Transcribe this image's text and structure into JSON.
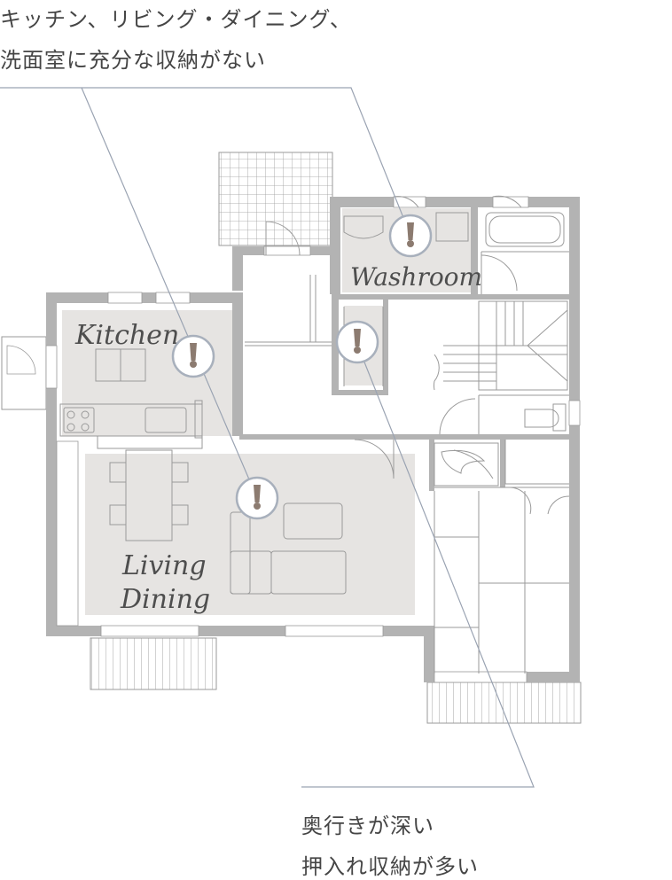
{
  "captions": {
    "top": [
      "キッチン、リビング・ダイニング、",
      "洗面室に充分な収納がない"
    ],
    "bottom": [
      "奥行きが深い",
      "押入れ収納が多い"
    ]
  },
  "rooms": {
    "washroom": "Washroom",
    "kitchen": "Kitchen",
    "living": "Living",
    "dining": "Dining"
  },
  "markers": {
    "glyph": "!",
    "icon": "exclamation-icon",
    "color": "#8c7b70",
    "ring": "#a8b0bc"
  },
  "colors": {
    "wall": "#b3b3b3",
    "highlight": "#e6e4e2",
    "leader": "#9aa3b2",
    "line": "#9a9a9a"
  }
}
